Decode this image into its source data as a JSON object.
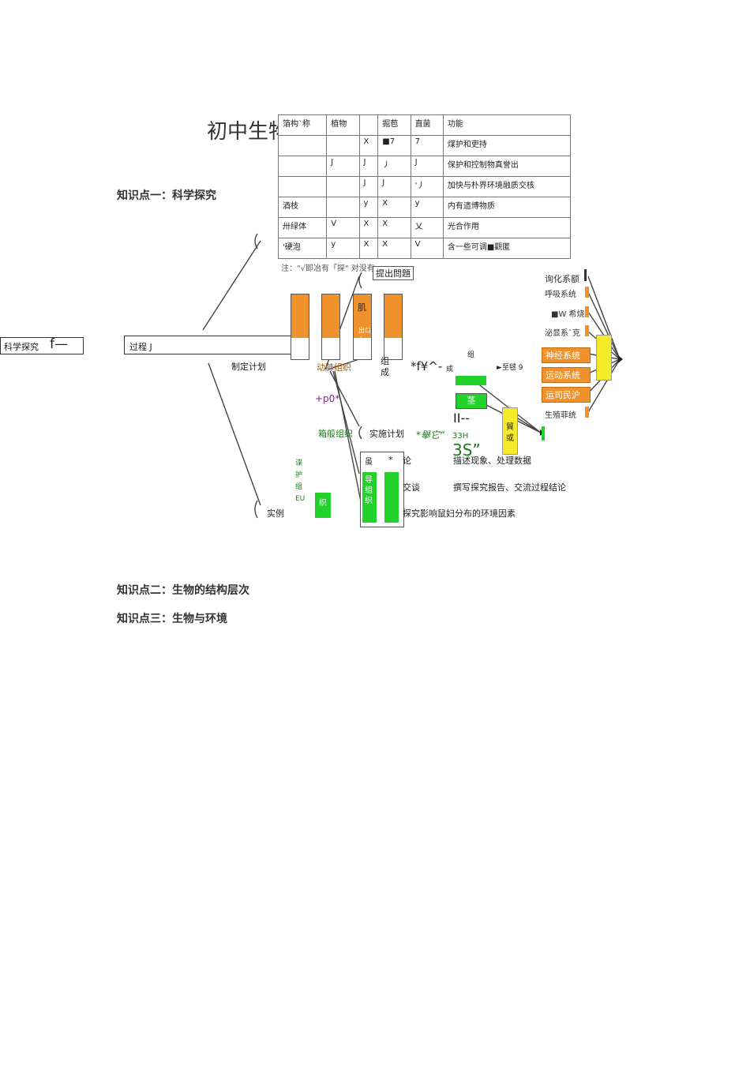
{
  "title": "初中生物",
  "headings": {
    "k1": "知识点一：科学探究",
    "k2": "知识点二：生物的结构层次",
    "k3": "知识点三：生物与环境"
  },
  "table": {
    "header": [
      "箔构`称",
      "植物",
      "",
      "掘苞",
      "直菌",
      "功能"
    ],
    "rows": [
      [
        "",
        "",
        "X",
        "■7",
        "7",
        "煤护和吏持"
      ],
      [
        "",
        "J",
        "J",
        "丿",
        "J",
        "保护和控制物真誉出"
      ],
      [
        "",
        "",
        "J",
        "J",
        "'丿",
        "加快与朴界环境融质交核"
      ],
      [
        "酒枝",
        "",
        "y",
        "X",
        "y",
        "内有遗博物质"
      ],
      [
        "卅绿体",
        "V",
        "X",
        "X",
        "乂",
        "光合作用"
      ],
      [
        "'硬泡",
        "y",
        "X",
        "X",
        "V",
        "含一些可调■觀匿"
      ]
    ],
    "note": "注：\"√即冶有「探\" 对没有"
  },
  "diagram": {
    "science_inquiry": "科学探究",
    "science_mark": "f—",
    "process": "过程 J",
    "plan": "制定计划",
    "raise": "提出問題",
    "implement": "实施计划",
    "conclusion": "论",
    "discuss": "交谈",
    "report": "撰写探究报告、交流过程结论",
    "record": "描述现象、处理数据",
    "example_prefix": "实例",
    "example": "探究影响鼠妇分布的环境因素",
    "muscle": "肌",
    "outlet": "出口+",
    "animal_tissue": "动肺组织",
    "compose": "组成",
    "compose2": "组",
    "formula": "*f¥^-",
    "formula_small": "成",
    "p0": "+p0*",
    "box_tissue": "箱般组织",
    "star_it": "*舉它“",
    "reach": "►至毬 9",
    "stem": "茎",
    "ii": "II--",
    "h33": "33H",
    "s3": "3S”",
    "leaf": "貿或",
    "protect": [
      "谍",
      "护",
      "组",
      "EU"
    ],
    "tissue_box": "织",
    "green_a": "虽",
    "green_b": "导组织",
    "star": "*"
  },
  "systems": {
    "digest": "询化系额",
    "breath": "呼吸系统",
    "urine": "■W 希烧",
    "endo": "泌显系`克",
    "nerve": "神经系统",
    "motion": "运动系统",
    "circ": "运司民沪",
    "repro": "生殖菲统"
  }
}
